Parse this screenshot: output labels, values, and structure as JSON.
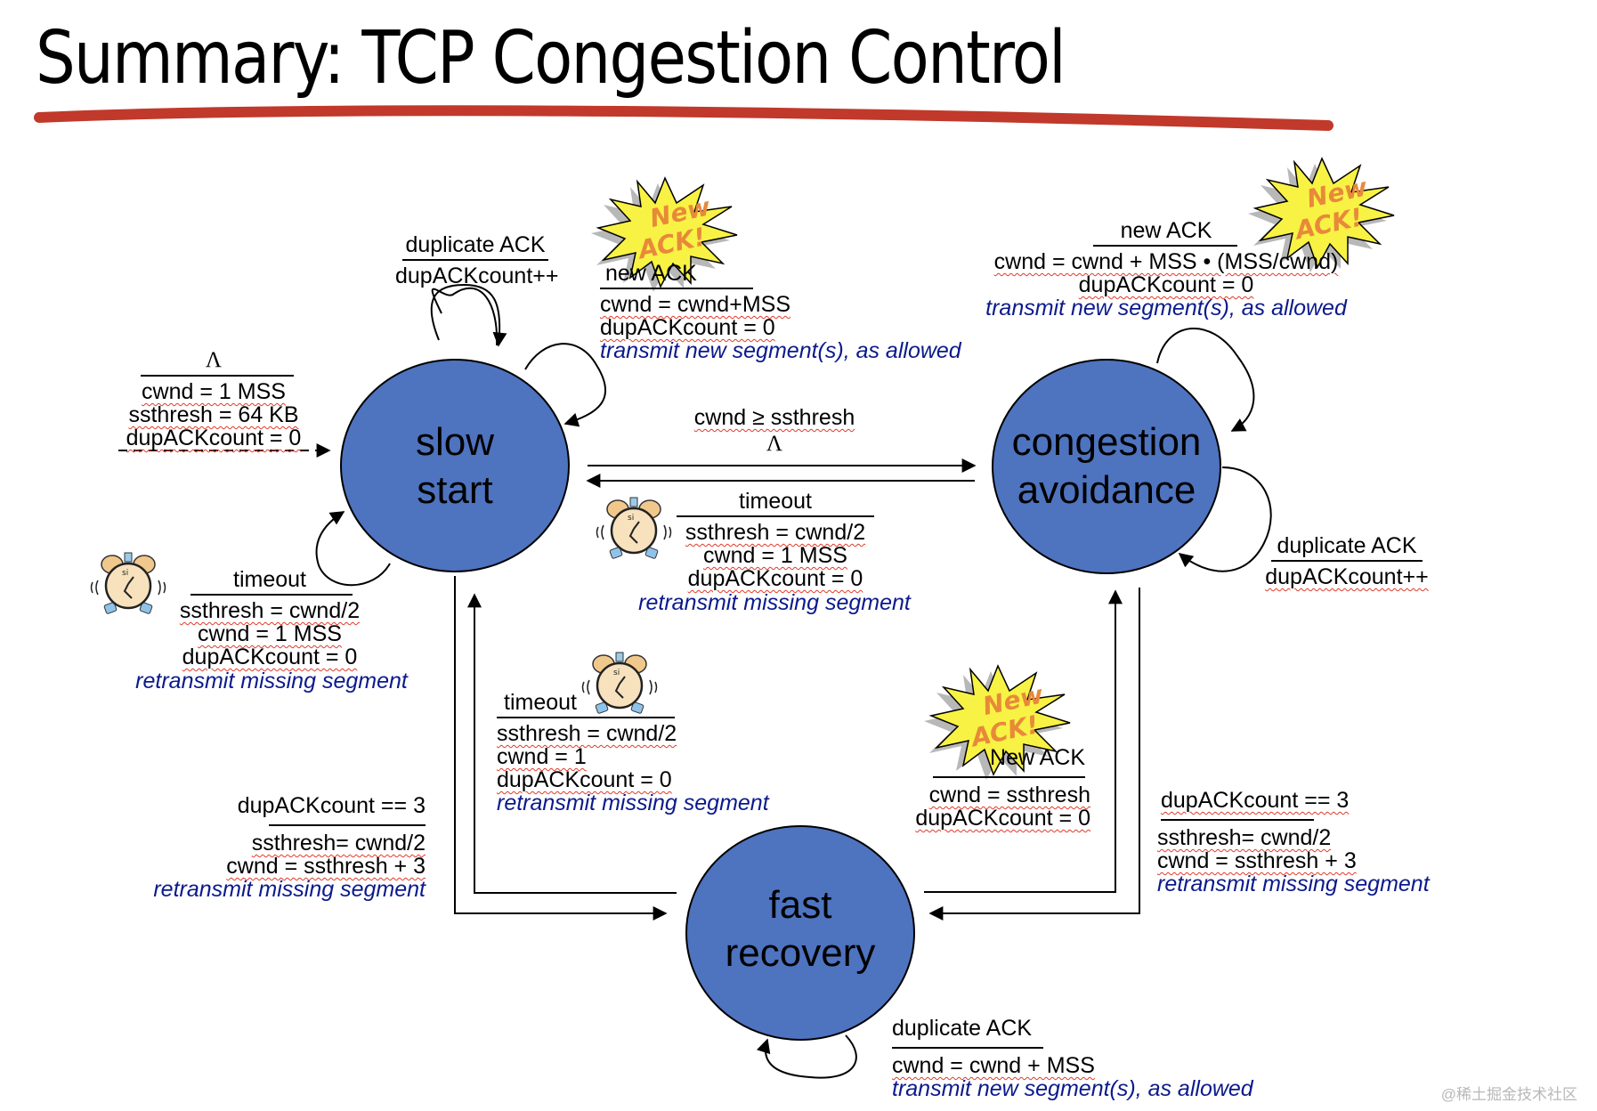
{
  "title": "Summary: TCP Congestion Control",
  "colors": {
    "state_fill": "#4e73bf",
    "title_underline": "#c0392b",
    "action_text": "#0b1a8c",
    "squiggle": "#e03a2a",
    "burst_fill": "#f8f244",
    "burst_text": "#e8893a"
  },
  "states": {
    "slow_start": [
      "slow",
      "start"
    ],
    "congestion_avoidance": [
      "congestion",
      "avoidance"
    ],
    "fast_recovery": [
      "fast",
      "recovery"
    ]
  },
  "badges": {
    "new_ack": [
      "New",
      "ACK!"
    ]
  },
  "icons": {
    "burst": "new-ack-burst-icon",
    "clock": "alarm-clock-icon"
  },
  "transitions": {
    "init": {
      "event": "Λ",
      "actions": [
        "cwnd = 1 MSS",
        "ssthresh = 64 KB",
        "dupACKcount = 0"
      ]
    },
    "ss_dup": {
      "event": "duplicate ACK",
      "actions": [
        "dupACKcount++"
      ]
    },
    "ss_new": {
      "event": "new ACK",
      "actions": [
        "cwnd = cwnd+MSS",
        "dupACKcount = 0"
      ],
      "note": "transmit new segment(s), as allowed"
    },
    "ss_to_ca": {
      "event": "cwnd ≥ ssthresh",
      "actions": [
        "Λ"
      ]
    },
    "ca_to_ss": {
      "event": "timeout",
      "actions": [
        "ssthresh = cwnd/2",
        "cwnd = 1 MSS",
        "dupACKcount = 0"
      ],
      "note": "retransmit missing segment"
    },
    "ss_timeout": {
      "event": "timeout",
      "actions": [
        "ssthresh = cwnd/2",
        "cwnd = 1 MSS",
        "dupACKcount = 0"
      ],
      "note": "retransmit missing segment"
    },
    "ca_new": {
      "event": "new ACK",
      "actions": [
        "cwnd = cwnd + MSS • (MSS/cwnd)",
        "dupACKcount = 0"
      ],
      "note": "transmit new segment(s), as allowed"
    },
    "ca_dup": {
      "event": "duplicate ACK",
      "actions": [
        "dupACKcount++"
      ]
    },
    "fr_to_ss": {
      "event": "timeout",
      "actions": [
        "ssthresh = cwnd/2",
        "cwnd = 1",
        "dupACKcount = 0"
      ],
      "note": "retransmit missing segment"
    },
    "ss_to_fr": {
      "event": "dupACKcount == 3",
      "actions": [
        "ssthresh= cwnd/2",
        "cwnd = ssthresh + 3"
      ],
      "note": "retransmit missing segment"
    },
    "fr_to_ca": {
      "event": "New ACK",
      "actions": [
        "cwnd = ssthresh",
        "dupACKcount = 0"
      ]
    },
    "ca_to_fr": {
      "event": "dupACKcount == 3",
      "actions": [
        "ssthresh= cwnd/2",
        "cwnd = ssthresh + 3"
      ],
      "note": "retransmit missing segment"
    },
    "fr_dup": {
      "event": "duplicate ACK",
      "actions": [
        "cwnd = cwnd + MSS"
      ],
      "note": "transmit new segment(s), as allowed"
    }
  },
  "watermark": "@稀土掘金技术社区"
}
